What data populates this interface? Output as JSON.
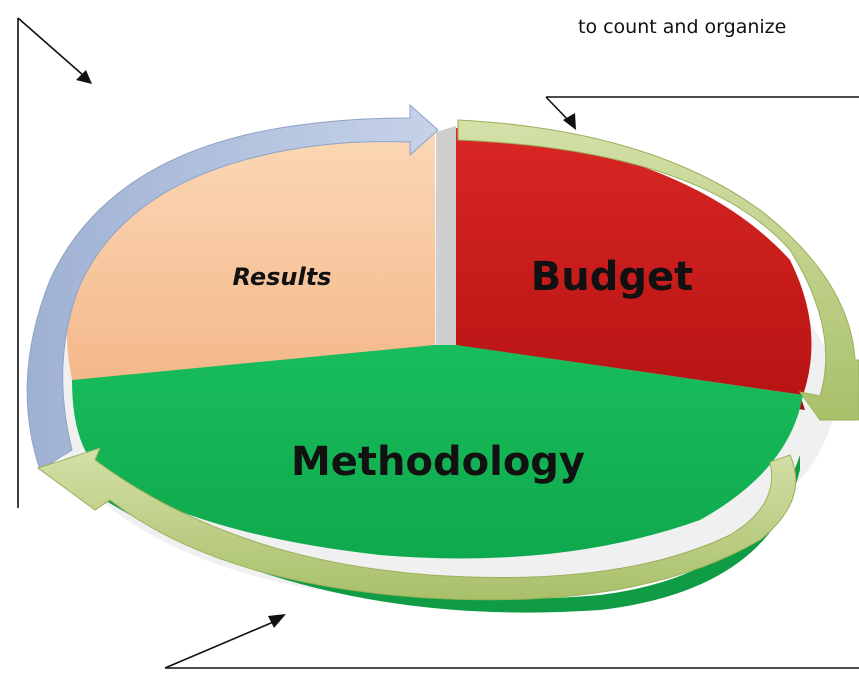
{
  "top_note": "to count and organize",
  "segments": [
    {
      "key": "results",
      "label": "Results",
      "color": "#f8c59b"
    },
    {
      "key": "budget",
      "label": "Budget",
      "color": "#cf1f1c"
    },
    {
      "key": "methodology",
      "label": "Methodology",
      "color": "#14b757"
    }
  ],
  "arrow_colors": {
    "results": "#a9b9d6",
    "budget": "#bccf86",
    "methodology": "#c6d49c"
  }
}
